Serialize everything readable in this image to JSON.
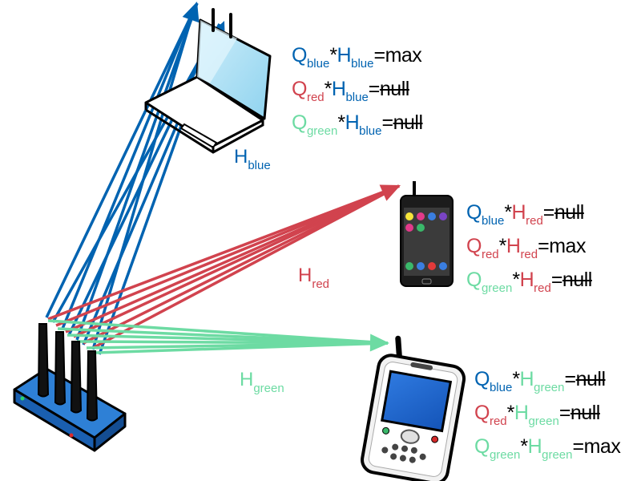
{
  "colors": {
    "blue": "#0063b1",
    "red": "#d1434e",
    "green": "#6ddba3",
    "black": "#000000"
  },
  "icons": {
    "router": "router-icon",
    "laptop": "laptop-icon",
    "smartphone": "smartphone-icon",
    "pda_phone": "pda-phone-icon"
  },
  "symbols": {
    "Q": "Q",
    "H": "H",
    "star": "*",
    "eq": "=",
    "max": "max",
    "null": "null",
    "blue": "blue",
    "red": "red",
    "green": "green"
  },
  "beam_labels": {
    "blue": "blue",
    "red": "red",
    "green": "green"
  },
  "equations": {
    "laptop": [
      {
        "q": "blue",
        "h": "blue",
        "result": "max"
      },
      {
        "q": "red",
        "h": "blue",
        "result": "null"
      },
      {
        "q": "green",
        "h": "blue",
        "result": "null"
      }
    ],
    "smartphone": [
      {
        "q": "blue",
        "h": "red",
        "result": "null"
      },
      {
        "q": "red",
        "h": "red",
        "result": "max"
      },
      {
        "q": "green",
        "h": "red",
        "result": "null"
      }
    ],
    "pda": [
      {
        "q": "blue",
        "h": "green",
        "result": "null"
      },
      {
        "q": "red",
        "h": "green",
        "result": "null"
      },
      {
        "q": "green",
        "h": "green",
        "result": "max"
      }
    ]
  }
}
